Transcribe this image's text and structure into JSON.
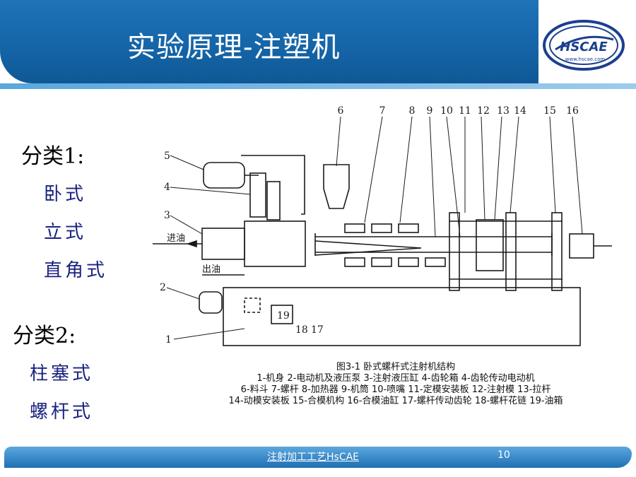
{
  "header": {
    "title": "实验原理-注塑机"
  },
  "logo": {
    "text": "HSCAE",
    "url": "www.hscae.com"
  },
  "classification": {
    "group1": {
      "heading": "分类1:",
      "items": [
        "卧式",
        "立式",
        "直角式"
      ]
    },
    "group2": {
      "heading": "分类2:",
      "items": [
        "柱塞式",
        "螺杆式"
      ]
    }
  },
  "diagram": {
    "top_numbers": [
      "6",
      "7",
      "8",
      "9",
      "10",
      "11",
      "12",
      "13",
      "14",
      "15",
      "16"
    ],
    "left_numbers": [
      "5",
      "4",
      "3",
      "2",
      "1"
    ],
    "bottom_numbers": [
      "19",
      "18",
      "17"
    ],
    "inlet_label": "进油",
    "outlet_label": "出油"
  },
  "caption": {
    "title": "图3-1  卧式螺杆式注射机结构",
    "line1": "1-机身 2-电动机及液压泵 3-注射液压缸 4-齿轮箱 4-齿轮传动电动机",
    "line2": "6-料斗 7-螺杆 8-加热器 9-机筒 10-喷嘴 11-定模安装板 12-注射模 13-拉杆",
    "line3": "14-动模安装板 15-合模机构 16-合模油缸 17-螺杆传动齿轮 18-螺杆花链 19-油箱"
  },
  "footer": {
    "text": "注射加工工艺HsCAE",
    "page": "10"
  },
  "colors": {
    "header": "#1565a8",
    "footer": "#2f82c6",
    "item_text": "#1a237e"
  }
}
